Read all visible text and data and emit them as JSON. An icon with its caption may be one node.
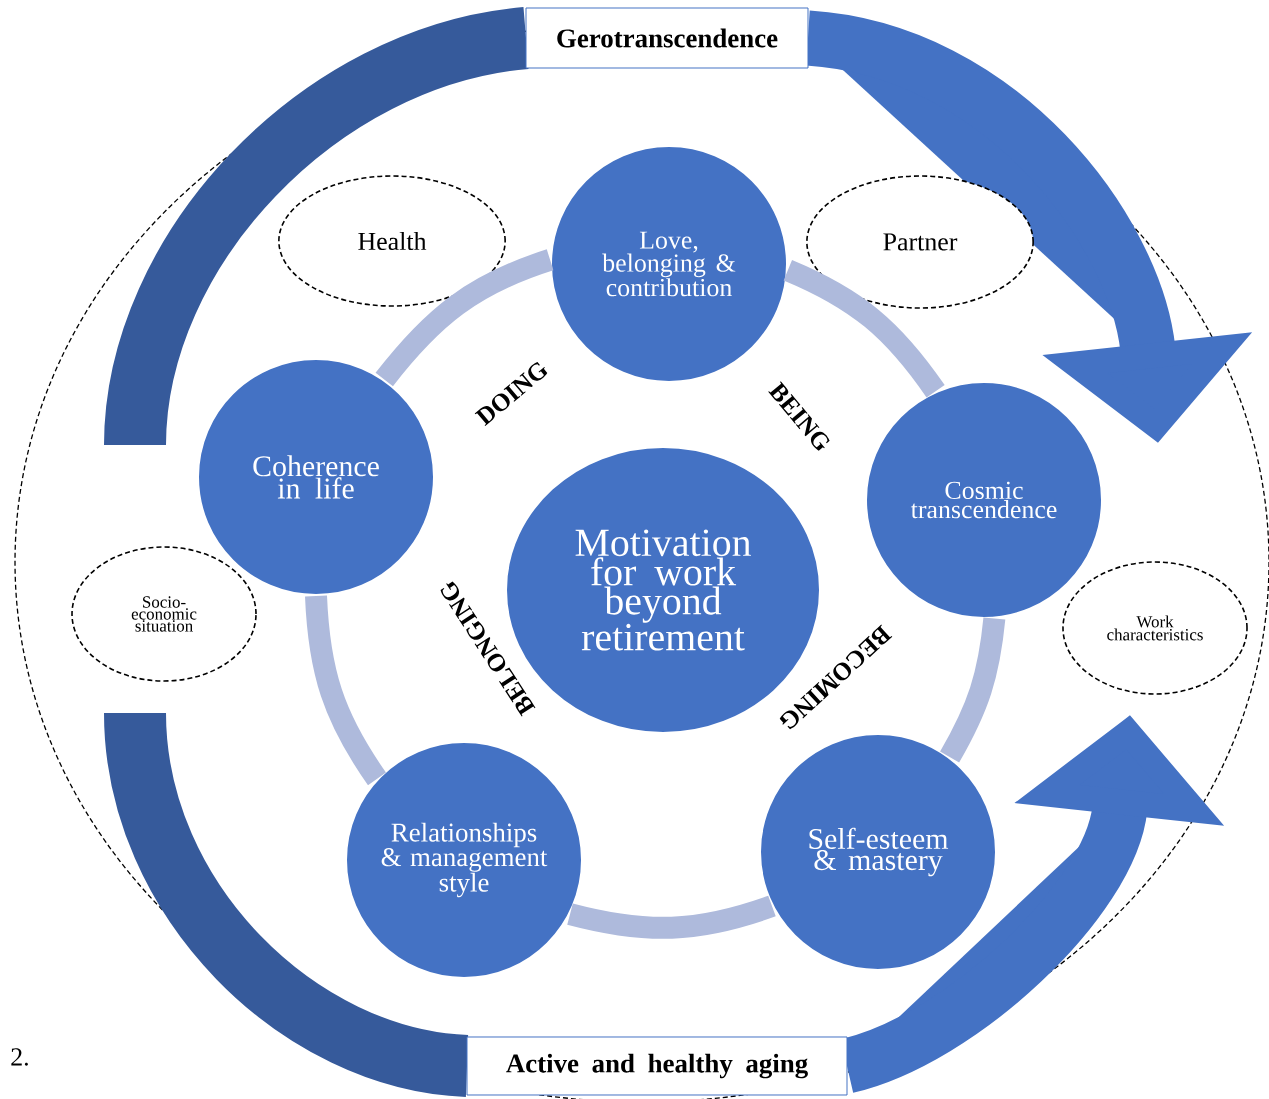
{
  "diagram": {
    "nodes": [
      {
        "text": [
          "Gerotranscendence"
        ]
      },
      {
        "text": [
          "Health"
        ]
      },
      {
        "text": [
          "Love, belonging & contribution"
        ]
      },
      {
        "text": [
          "Partner"
        ]
      },
      {
        "text": [
          "Coherence in life"
        ]
      },
      {
        "text": [
          "Motivation for work beyond retirement"
        ]
      },
      {
        "text": [
          "Cosmic transcendence"
        ]
      },
      {
        "text": [
          "Socio-economic situation"
        ]
      },
      {
        "text": [
          "Work characteristics"
        ]
      },
      {
        "text": [
          "Relationships & management style"
        ]
      },
      {
        "text": [
          "Self-esteem & mastery"
        ]
      },
      {
        "text": [
          "Active and healthy aging"
        ]
      }
    ],
    "edges": [
      {
        "from": 2,
        "to": 6,
        "arrow": "none"
      },
      {
        "from": 6,
        "to": 10,
        "arrow": "none"
      },
      {
        "from": 10,
        "to": 9,
        "arrow": "none"
      },
      {
        "from": 9,
        "to": 4,
        "arrow": "none"
      },
      {
        "from": 4,
        "to": 2,
        "arrow": "none"
      }
    ],
    "labels": [
      "DOING",
      "BEING",
      "BELONGING",
      "BECOMING",
      "2."
    ]
  }
}
